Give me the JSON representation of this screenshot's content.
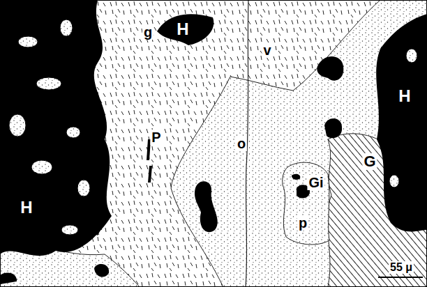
{
  "diagram": {
    "labels": [
      "H",
      "g",
      "H",
      "v",
      "P",
      "o",
      "H",
      "Gi",
      "G",
      "p",
      "55 μ"
    ]
  }
}
